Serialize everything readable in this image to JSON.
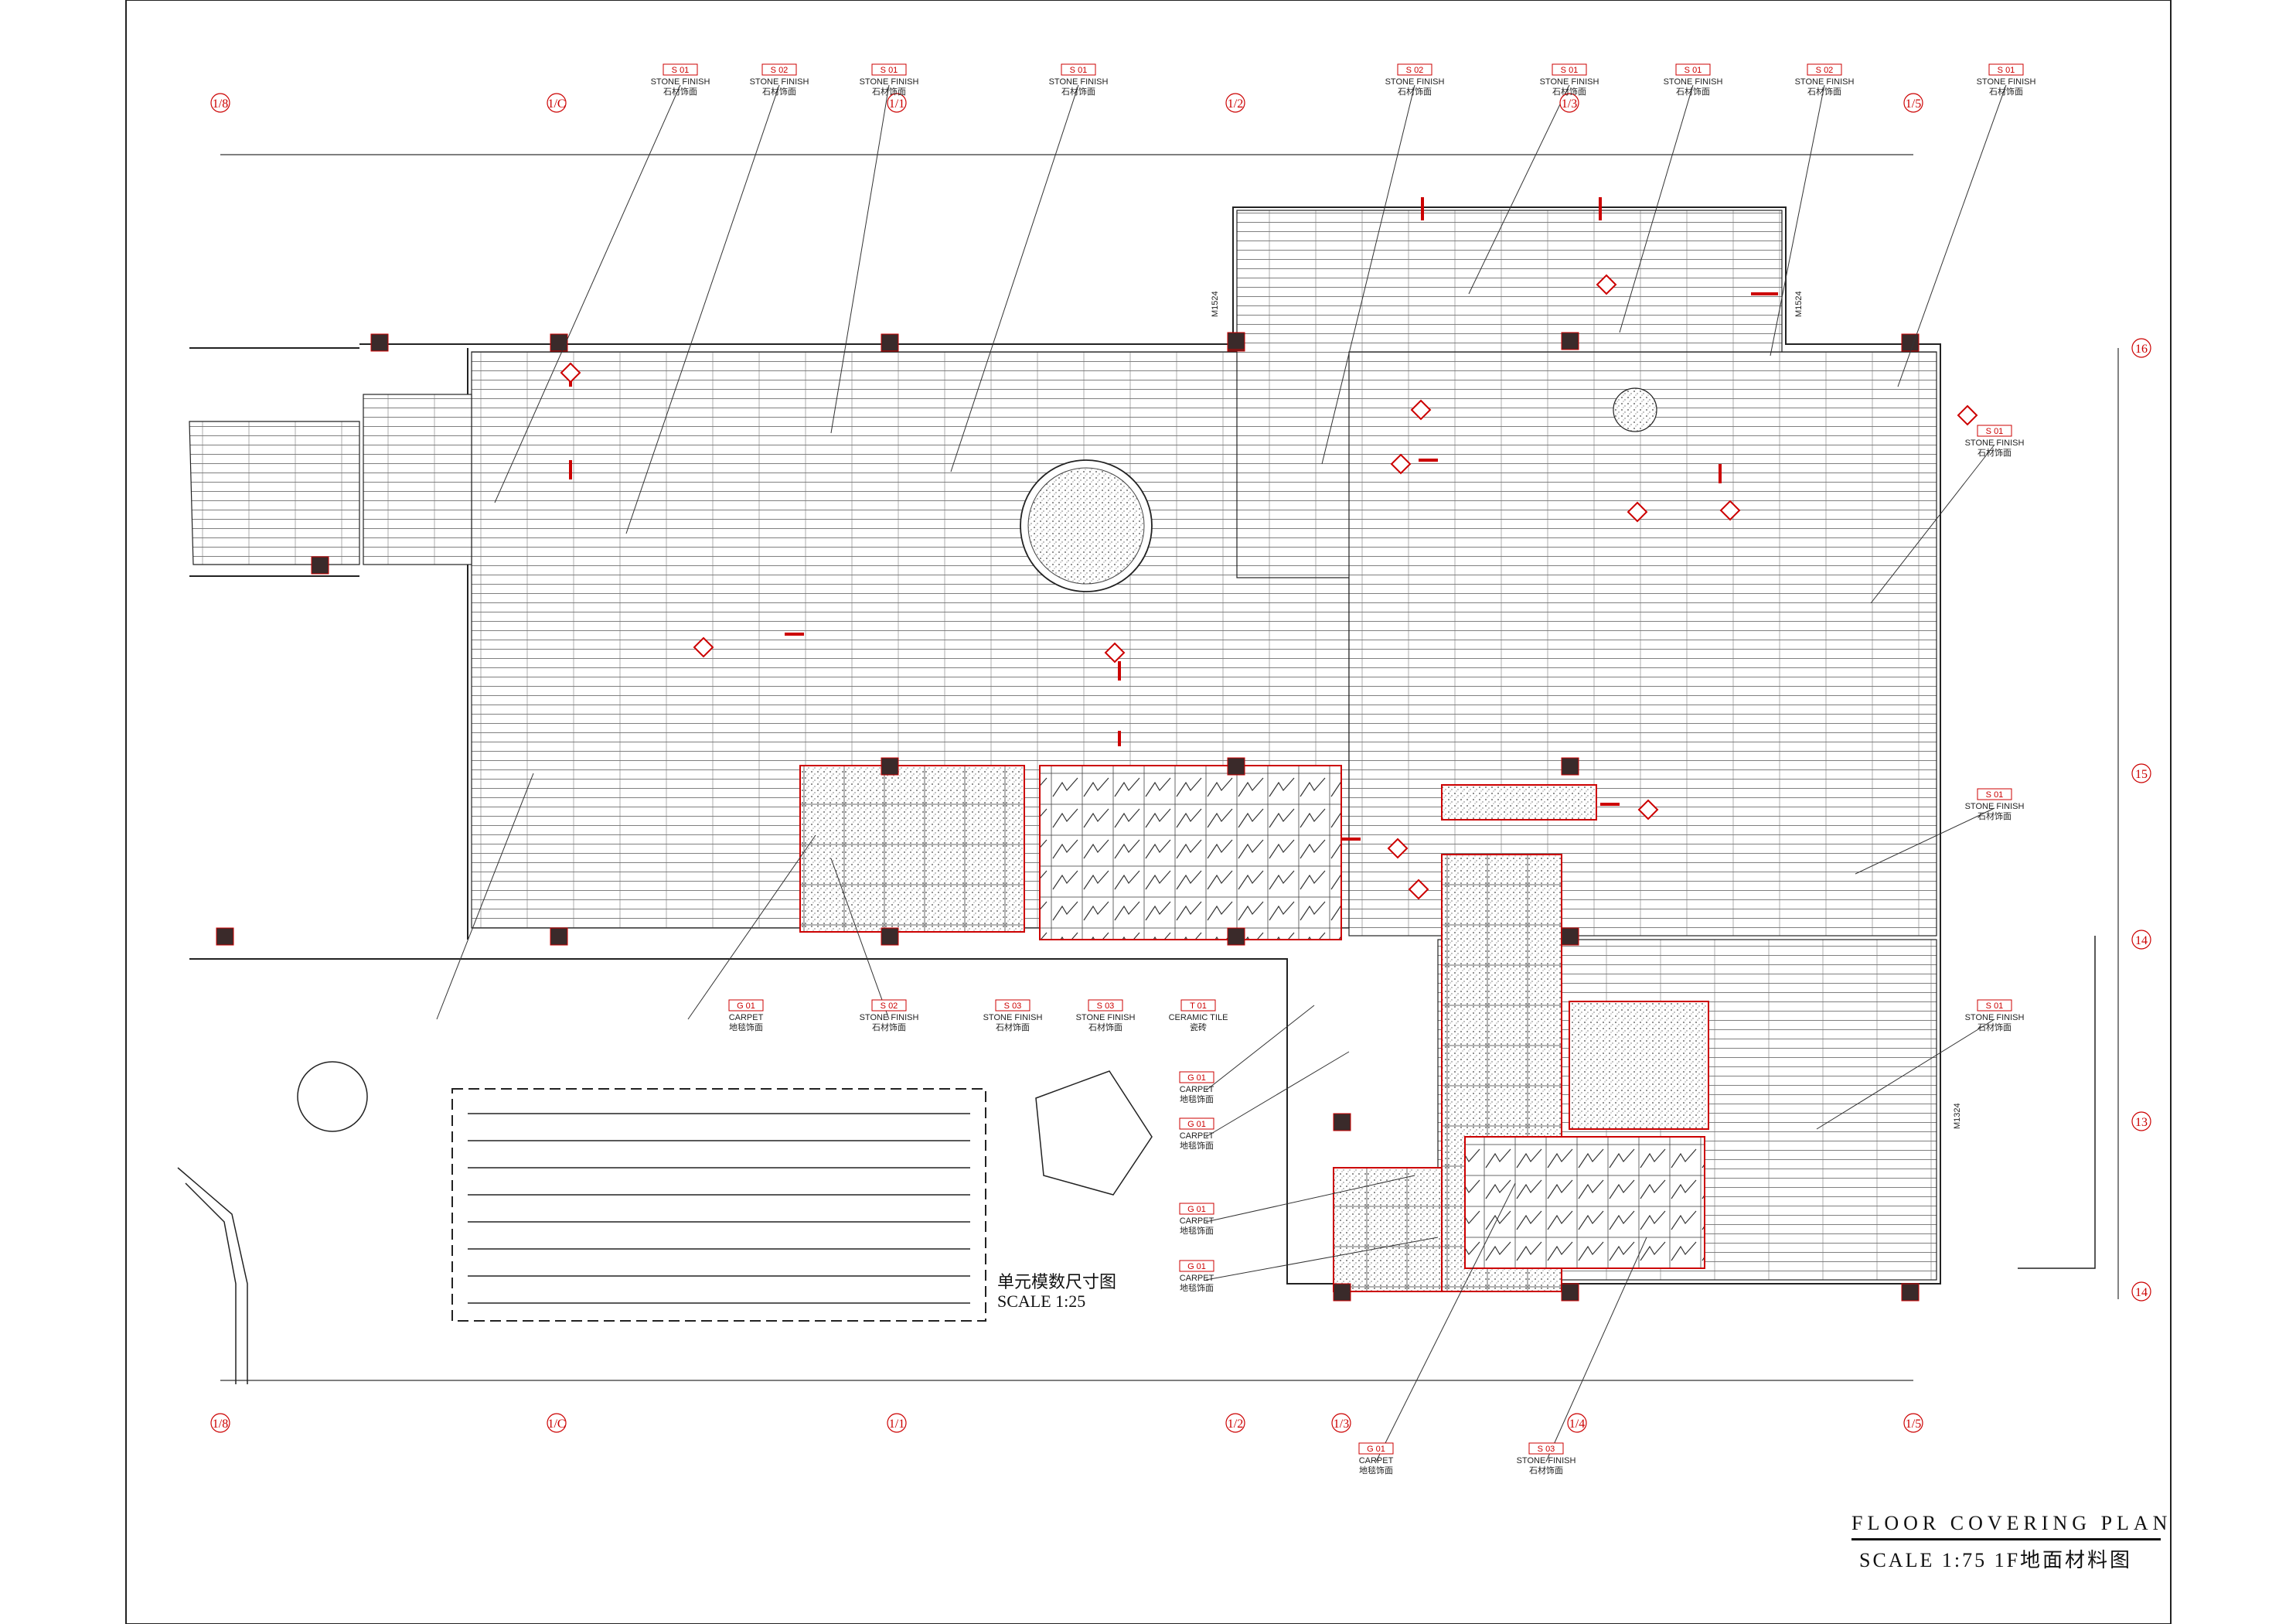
{
  "drawing": {
    "title": "FLOOR   COVERING  PLAN",
    "scale_line": "SCALE 1:75   1F地面材料图",
    "detail_title": "单元模数尺寸图",
    "detail_scale": "SCALE 1:25"
  },
  "grid_axes": {
    "top": [
      "1/8",
      "1/C",
      "1/1",
      "1/2",
      "1/3",
      "1/5"
    ],
    "bottom": [
      "1/8",
      "1/C",
      "1/1",
      "1/2",
      "1/3",
      "1/4",
      "1/5"
    ],
    "right": [
      "16",
      "15",
      "14",
      "13",
      "14"
    ]
  },
  "door_tags": [
    "M1524",
    "M1524",
    "M1324"
  ],
  "material_tags": [
    {
      "code": "S 01",
      "text": "STONE FINISH",
      "sub": "石材饰面"
    },
    {
      "code": "S 02",
      "text": "STONE FINISH",
      "sub": "石材饰面"
    },
    {
      "code": "S 01",
      "text": "STONE FINISH",
      "sub": "石材饰面"
    },
    {
      "code": "S 01",
      "text": "STONE FINISH",
      "sub": "石材饰面"
    },
    {
      "code": "S 02",
      "text": "STONE FINISH",
      "sub": "石材饰面"
    },
    {
      "code": "S 01",
      "text": "STONE FINISH",
      "sub": "石材饰面"
    },
    {
      "code": "S 01",
      "text": "STONE FINISH",
      "sub": "石材饰面"
    },
    {
      "code": "S 02",
      "text": "STONE FINISH",
      "sub": "石材饰面"
    },
    {
      "code": "S 01",
      "text": "STONE FINISH",
      "sub": "石材饰面"
    },
    {
      "code": "S 01",
      "text": "STONE FINISH",
      "sub": "石材饰面"
    },
    {
      "code": "S 01",
      "text": "STONE FINISH",
      "sub": "石材饰面"
    },
    {
      "code": "G 01",
      "text": "CARPET",
      "sub": "地毯饰面"
    },
    {
      "code": "S 02",
      "text": "STONE FINISH",
      "sub": "石材饰面"
    },
    {
      "code": "S 03",
      "text": "STONE FINISH",
      "sub": "石材饰面"
    },
    {
      "code": "S 03",
      "text": "STONE FINISH",
      "sub": "石材饰面"
    },
    {
      "code": "T 01",
      "text": "CERAMIC TILE",
      "sub": "瓷砖"
    },
    {
      "code": "G 01",
      "text": "CARPET",
      "sub": "地毯饰面"
    },
    {
      "code": "G 01",
      "text": "CARPET",
      "sub": "地毯饰面"
    },
    {
      "code": "G 01",
      "text": "CARPET",
      "sub": "地毯饰面"
    },
    {
      "code": "G 01",
      "text": "CARPET",
      "sub": "地毯饰面"
    },
    {
      "code": "S 01",
      "text": "STONE FINISH",
      "sub": "石材饰面"
    },
    {
      "code": "G 01",
      "text": "CARPET",
      "sub": "地毯饰面"
    },
    {
      "code": "S 03",
      "text": "STONE FINISH",
      "sub": "石材饰面"
    }
  ],
  "colors": {
    "line": "#222222",
    "accent_red": "#cc0000",
    "column_fill": "#3a2a2a",
    "paper": "#ffffff"
  }
}
